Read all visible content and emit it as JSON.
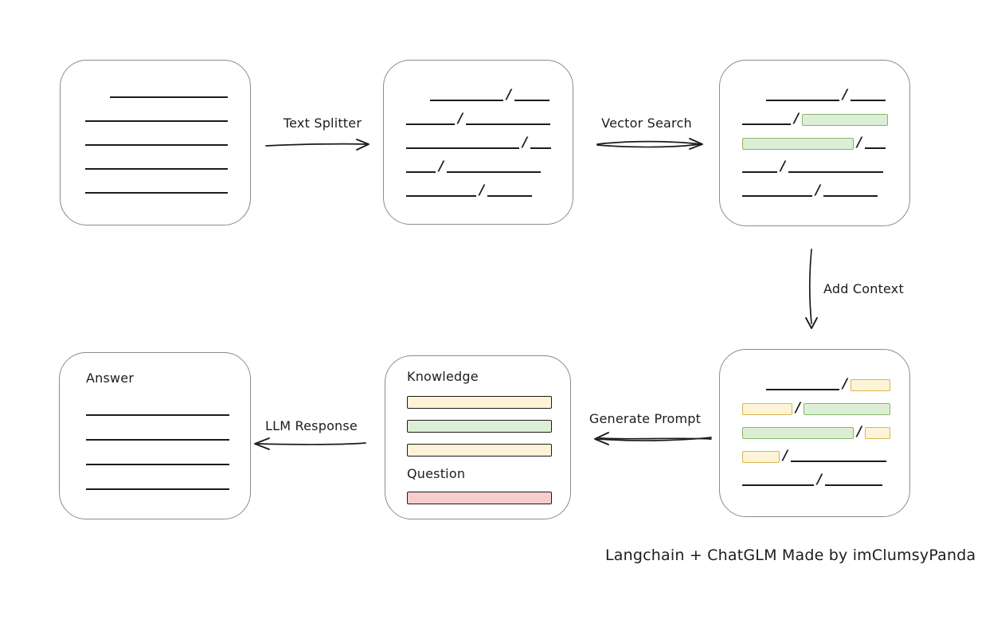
{
  "caption": "Langchain + ChatGLM Made by imClumsyPanda",
  "glyphs": {
    "slash": "/"
  },
  "colors": {
    "ink": "#1c1c1c",
    "box_border": "#8b8b8b",
    "green_fill": "#ddeed6",
    "green_border": "#87b769",
    "yellow_fill": "#fdf3d7",
    "yellow_border": "#d9b54c",
    "red_fill": "#f5cecb",
    "red_border": "#b45552"
  },
  "labels": {
    "text_splitter": "Text Splitter",
    "vector_search": "Vector Search",
    "add_context": "Add Context",
    "generate_prompt": "Generate Prompt",
    "llm_response": "LLM Response"
  },
  "nodes": {
    "document": {
      "rows": [
        [
          {
            "k": "gap",
            "w": 31
          },
          {
            "k": "line",
            "w": 148
          }
        ],
        [
          {
            "k": "line",
            "w": 179
          }
        ],
        [
          {
            "k": "line",
            "w": 179
          }
        ],
        [
          {
            "k": "line",
            "w": 179
          }
        ],
        [
          {
            "k": "line",
            "w": 179
          }
        ]
      ]
    },
    "chunks": {
      "rows": [
        [
          {
            "k": "gap",
            "w": 30
          },
          {
            "k": "line",
            "w": 92
          },
          {
            "k": "slash"
          },
          {
            "k": "line",
            "w": 44
          }
        ],
        [
          {
            "k": "line",
            "w": 61
          },
          {
            "k": "slash"
          },
          {
            "k": "line",
            "w": 106
          }
        ],
        [
          {
            "k": "line",
            "w": 142
          },
          {
            "k": "slash"
          },
          {
            "k": "line",
            "w": 26
          }
        ],
        [
          {
            "k": "line",
            "w": 37
          },
          {
            "k": "slash"
          },
          {
            "k": "line",
            "w": 118
          }
        ],
        [
          {
            "k": "line",
            "w": 88
          },
          {
            "k": "slash"
          },
          {
            "k": "line",
            "w": 56
          }
        ]
      ]
    },
    "retrieved": {
      "rows": [
        [
          {
            "k": "gap",
            "w": 30
          },
          {
            "k": "line",
            "w": 92
          },
          {
            "k": "slash"
          },
          {
            "k": "line",
            "w": 44
          }
        ],
        [
          {
            "k": "line",
            "w": 61
          },
          {
            "k": "slash"
          },
          {
            "k": "green",
            "w": 106
          }
        ],
        [
          {
            "k": "green",
            "w": 138
          },
          {
            "k": "slash"
          },
          {
            "k": "line",
            "w": 26
          }
        ],
        [
          {
            "k": "line",
            "w": 44
          },
          {
            "k": "slash"
          },
          {
            "k": "line",
            "w": 119
          }
        ],
        [
          {
            "k": "line",
            "w": 88
          },
          {
            "k": "slash"
          },
          {
            "k": "line",
            "w": 68
          }
        ]
      ]
    },
    "context": {
      "rows": [
        [
          {
            "k": "gap",
            "w": 30
          },
          {
            "k": "line",
            "w": 92
          },
          {
            "k": "slash"
          },
          {
            "k": "yellow",
            "w": 48
          }
        ],
        [
          {
            "k": "yellow",
            "w": 61
          },
          {
            "k": "slash"
          },
          {
            "k": "green",
            "w": 107
          }
        ],
        [
          {
            "k": "green",
            "w": 138
          },
          {
            "k": "slash"
          },
          {
            "k": "yellow",
            "w": 30
          }
        ],
        [
          {
            "k": "yellow",
            "w": 45
          },
          {
            "k": "slash"
          },
          {
            "k": "line",
            "w": 120
          }
        ],
        [
          {
            "k": "line",
            "w": 90
          },
          {
            "k": "slash"
          },
          {
            "k": "line",
            "w": 72
          }
        ]
      ]
    },
    "prompt": {
      "knowledge_label": "Knowledge",
      "question_label": "Question",
      "knowledge_bars": [
        "yellow",
        "green",
        "yellow"
      ],
      "question_bars": [
        "red"
      ]
    },
    "answer": {
      "label": "Answer",
      "line_count": 4
    }
  }
}
